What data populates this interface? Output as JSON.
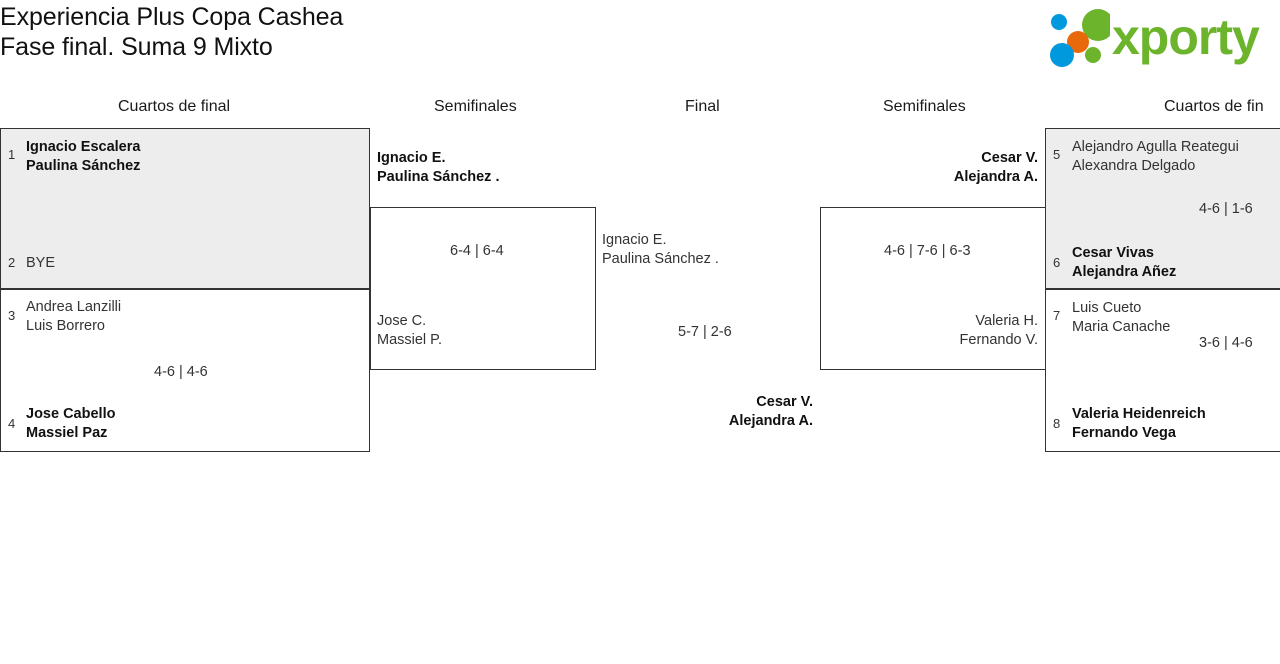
{
  "header": {
    "title": "Experiencia Plus Copa Cashea\nFase final. Suma 9 Mixto",
    "logo_text": "xporty",
    "logo_colors": {
      "green": "#6cb42c",
      "blue": "#0099dd",
      "orange": "#e8690b"
    }
  },
  "rounds": [
    {
      "key": "qf-left",
      "label": "Cuartos de final"
    },
    {
      "key": "sf-left",
      "label": "Semifinales"
    },
    {
      "key": "final",
      "label": "Final"
    },
    {
      "key": "sf-right",
      "label": "Semifinales"
    },
    {
      "key": "qf-right",
      "label": "Cuartos de fin"
    }
  ],
  "quarterfinals_left": [
    {
      "shaded": true,
      "top": {
        "seed": "1",
        "line1": "Ignacio Escalera",
        "line2": "Paulina Sánchez",
        "winner": true
      },
      "bottom": {
        "seed": "2",
        "line1": "BYE",
        "line2": "",
        "winner": false
      },
      "score": ""
    },
    {
      "shaded": false,
      "top": {
        "seed": "3",
        "line1": "Andrea Lanzilli",
        "line2": "Luis Borrero",
        "winner": false
      },
      "bottom": {
        "seed": "4",
        "line1": "Jose Cabello",
        "line2": "Massiel Paz",
        "winner": true
      },
      "score": "4-6 | 4-6"
    }
  ],
  "semifinal_left": {
    "top": {
      "line1": "Ignacio E.",
      "line2": "Paulina Sánchez .",
      "winner": true
    },
    "bottom": {
      "line1": "Jose C.",
      "line2": "Massiel P.",
      "winner": false
    },
    "score": "6-4 | 6-4"
  },
  "final": {
    "top": {
      "line1": "Ignacio E.",
      "line2": "Paulina Sánchez .",
      "winner": false
    },
    "bottom": {
      "line1": "Cesar V.",
      "line2": "Alejandra A.",
      "winner": true
    },
    "score": "5-7 | 2-6"
  },
  "semifinal_right": {
    "top": {
      "line1": "Cesar V.",
      "line2": "Alejandra A.",
      "winner": true
    },
    "bottom": {
      "line1": "Valeria H.",
      "line2": "Fernando V.",
      "winner": false
    },
    "score": "4-6 | 7-6 | 6-3"
  },
  "quarterfinals_right": [
    {
      "shaded": true,
      "top": {
        "seed": "5",
        "line1": "Alejandro Agulla Reategui",
        "line2": "Alexandra Delgado",
        "winner": false
      },
      "bottom": {
        "seed": "6",
        "line1": "Cesar Vivas",
        "line2": "Alejandra Añez",
        "winner": true
      },
      "score": "4-6 | 1-6"
    },
    {
      "shaded": false,
      "top": {
        "seed": "7",
        "line1": "Luis Cueto",
        "line2": "Maria Canache",
        "winner": false
      },
      "bottom": {
        "seed": "8",
        "line1": "Valeria Heidenreich",
        "line2": "Fernando Vega",
        "winner": true
      },
      "score": "3-6 | 4-6"
    }
  ]
}
